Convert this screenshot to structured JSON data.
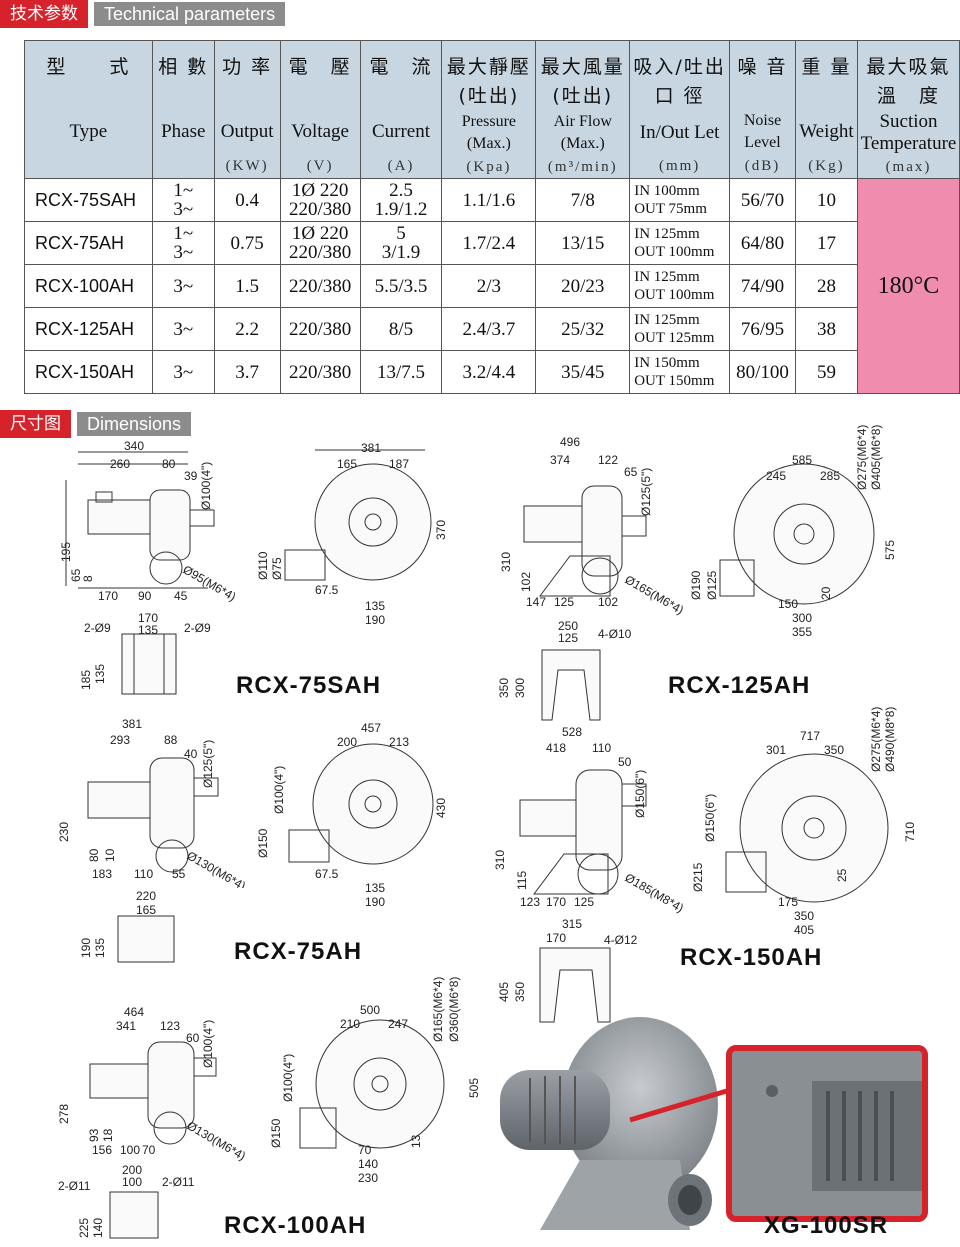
{
  "sections": {
    "tech_cn": "技术参数",
    "tech_en": "Technical parameters",
    "dim_cn": "尺寸图",
    "dim_en": "Dimensions"
  },
  "table": {
    "headers": [
      {
        "cn": "型　　式",
        "en": "Type",
        "unit": ""
      },
      {
        "cn": "相 數",
        "en": "Phase",
        "unit": ""
      },
      {
        "cn": "功 率",
        "en": "Output",
        "unit": "(KW)"
      },
      {
        "cn": "電　壓",
        "en": "Voltage",
        "unit": "(V)"
      },
      {
        "cn": "電　流",
        "en": "Current",
        "unit": "(A)"
      },
      {
        "cn": "最大靜壓\n(吐出)",
        "en": "Pressure (Max.)",
        "unit": "(Kpa)"
      },
      {
        "cn": "最大風量\n(吐出)",
        "en": "Air Flow (Max.)",
        "unit": "(m³/min)"
      },
      {
        "cn": "吸入/吐出\n口 徑",
        "en": "In/Out Let",
        "unit": "(mm)"
      },
      {
        "cn": "噪 音",
        "en": "Noise Level",
        "unit": "(dB)"
      },
      {
        "cn": "重 量",
        "en": "Weight",
        "unit": "(Kg)"
      },
      {
        "cn": "最大吸氣\n溫　度",
        "en": "Suction Temperature",
        "unit": "(max)"
      }
    ],
    "rows": [
      {
        "model": "RCX-75SAH",
        "phase": "1~\n3~",
        "output": "0.4",
        "voltage": "1Ø 220\n220/380",
        "current": "2.5\n1.9/1.2",
        "pressure": "1.1/1.6",
        "airflow": "7/8",
        "io": "IN 100mm\nOUT 75mm",
        "noise": "56/70",
        "weight": "10"
      },
      {
        "model": "RCX-75AH",
        "phase": "1~\n3~",
        "output": "0.75",
        "voltage": "1Ø 220\n220/380",
        "current": "5\n3/1.9",
        "pressure": "1.7/2.4",
        "airflow": "13/15",
        "io": "IN 125mm\nOUT 100mm",
        "noise": "64/80",
        "weight": "17"
      },
      {
        "model": "RCX-100AH",
        "phase": "3~",
        "output": "1.5",
        "voltage": "220/380",
        "current": "5.5/3.5",
        "pressure": "2/3",
        "airflow": "20/23",
        "io": "IN 125mm\nOUT 100mm",
        "noise": "74/90",
        "weight": "28"
      },
      {
        "model": "RCX-125AH",
        "phase": "3~",
        "output": "2.2",
        "voltage": "220/380",
        "current": "8/5",
        "pressure": "2.4/3.7",
        "airflow": "25/32",
        "io": "IN 125mm\nOUT 125mm",
        "noise": "76/95",
        "weight": "38"
      },
      {
        "model": "RCX-150AH",
        "phase": "3~",
        "output": "3.7",
        "voltage": "220/380",
        "current": "13/7.5",
        "pressure": "3.2/4.4",
        "airflow": "35/45",
        "io": "IN 150mm\nOUT 150mm",
        "noise": "80/100",
        "weight": "59"
      }
    ],
    "suction_temperature": "180°C"
  },
  "models": {
    "m1": "RCX-75SAH",
    "m2": "RCX-125AH",
    "m3": "RCX-75AH",
    "m4": "RCX-150AH",
    "m5": "RCX-100AH",
    "m6": "XG-100SR"
  },
  "dims": {
    "d1": {
      "a": "340",
      "b": "260",
      "c": "80",
      "d": "39",
      "e": "Ø100(4\")",
      "f": "195",
      "g": "65",
      "h": "8",
      "i": "170",
      "j": "90",
      "k": "45",
      "l": "Ø95(M6*4)"
    },
    "d1b": {
      "a": "170",
      "b": "135",
      "c": "2-Ø9",
      "d": "2-Ø9",
      "e": "185",
      "f": "135"
    },
    "d2": {
      "a": "381",
      "b": "165",
      "c": "187",
      "d": "370",
      "e": "Ø110",
      "f": "Ø75",
      "g": "67.5",
      "h": "135",
      "i": "190"
    },
    "d3": {
      "a": "496",
      "b": "374",
      "c": "122",
      "d": "65",
      "e": "Ø125(5\")",
      "f": "310",
      "g": "102",
      "h": "147",
      "i": "125",
      "j": "102",
      "k": "Ø165(M6*4)"
    },
    "d3b": {
      "a": "250",
      "b": "125",
      "c": "4-Ø10",
      "d": "350",
      "e": "300"
    },
    "d4": {
      "a": "585",
      "b": "245",
      "c": "285",
      "d": "Ø275(M6*4)",
      "e": "Ø405(M6*8)",
      "f": "575",
      "g": "Ø190",
      "h": "Ø125",
      "i": "150",
      "j": "300",
      "k": "355",
      "l": "20"
    },
    "d5": {
      "a": "381",
      "b": "293",
      "c": "88",
      "d": "40",
      "e": "Ø125(5\")",
      "f": "230",
      "g": "80",
      "h": "10",
      "i": "183",
      "j": "110",
      "k": "55",
      "l": "Ø130(M6*4)"
    },
    "d5b": {
      "a": "220",
      "b": "165",
      "c": "190",
      "d": "135"
    },
    "d6": {
      "a": "457",
      "b": "200",
      "c": "213",
      "d": "430",
      "e": "Ø100(4\")",
      "f": "Ø150",
      "g": "67.5",
      "h": "135",
      "i": "190"
    },
    "d7": {
      "a": "528",
      "b": "418",
      "c": "110",
      "d": "50",
      "e": "Ø150(6\")",
      "f": "310",
      "g": "115",
      "h": "123",
      "i": "170",
      "j": "125",
      "k": "Ø185(M8*4)"
    },
    "d7b": {
      "a": "315",
      "b": "170",
      "c": "4-Ø12",
      "d": "405",
      "e": "350"
    },
    "d8": {
      "a": "717",
      "b": "301",
      "c": "350",
      "d": "Ø275(M6*4)",
      "e": "Ø490(M8*8)",
      "f": "710",
      "g": "Ø150(6\")",
      "h": "Ø215",
      "i": "175",
      "j": "350",
      "k": "405",
      "l": "25"
    },
    "d9": {
      "a": "464",
      "b": "341",
      "c": "123",
      "d": "60",
      "e": "Ø100(4\")",
      "f": "278",
      "g": "93",
      "h": "18",
      "i": "156",
      "j": "100",
      "k": "70",
      "l": "Ø130(M6*4)"
    },
    "d9b": {
      "a": "200",
      "b": "100",
      "c": "2-Ø11",
      "d": "2-Ø11",
      "e": "225",
      "f": "140"
    },
    "d10": {
      "a": "500",
      "b": "210",
      "c": "247",
      "d": "Ø165(M6*4)",
      "e": "Ø360(M6*8)",
      "f": "505",
      "g": "Ø100(4\")",
      "h": "Ø150",
      "i": "70",
      "j": "140",
      "k": "230",
      "l": "13"
    }
  }
}
